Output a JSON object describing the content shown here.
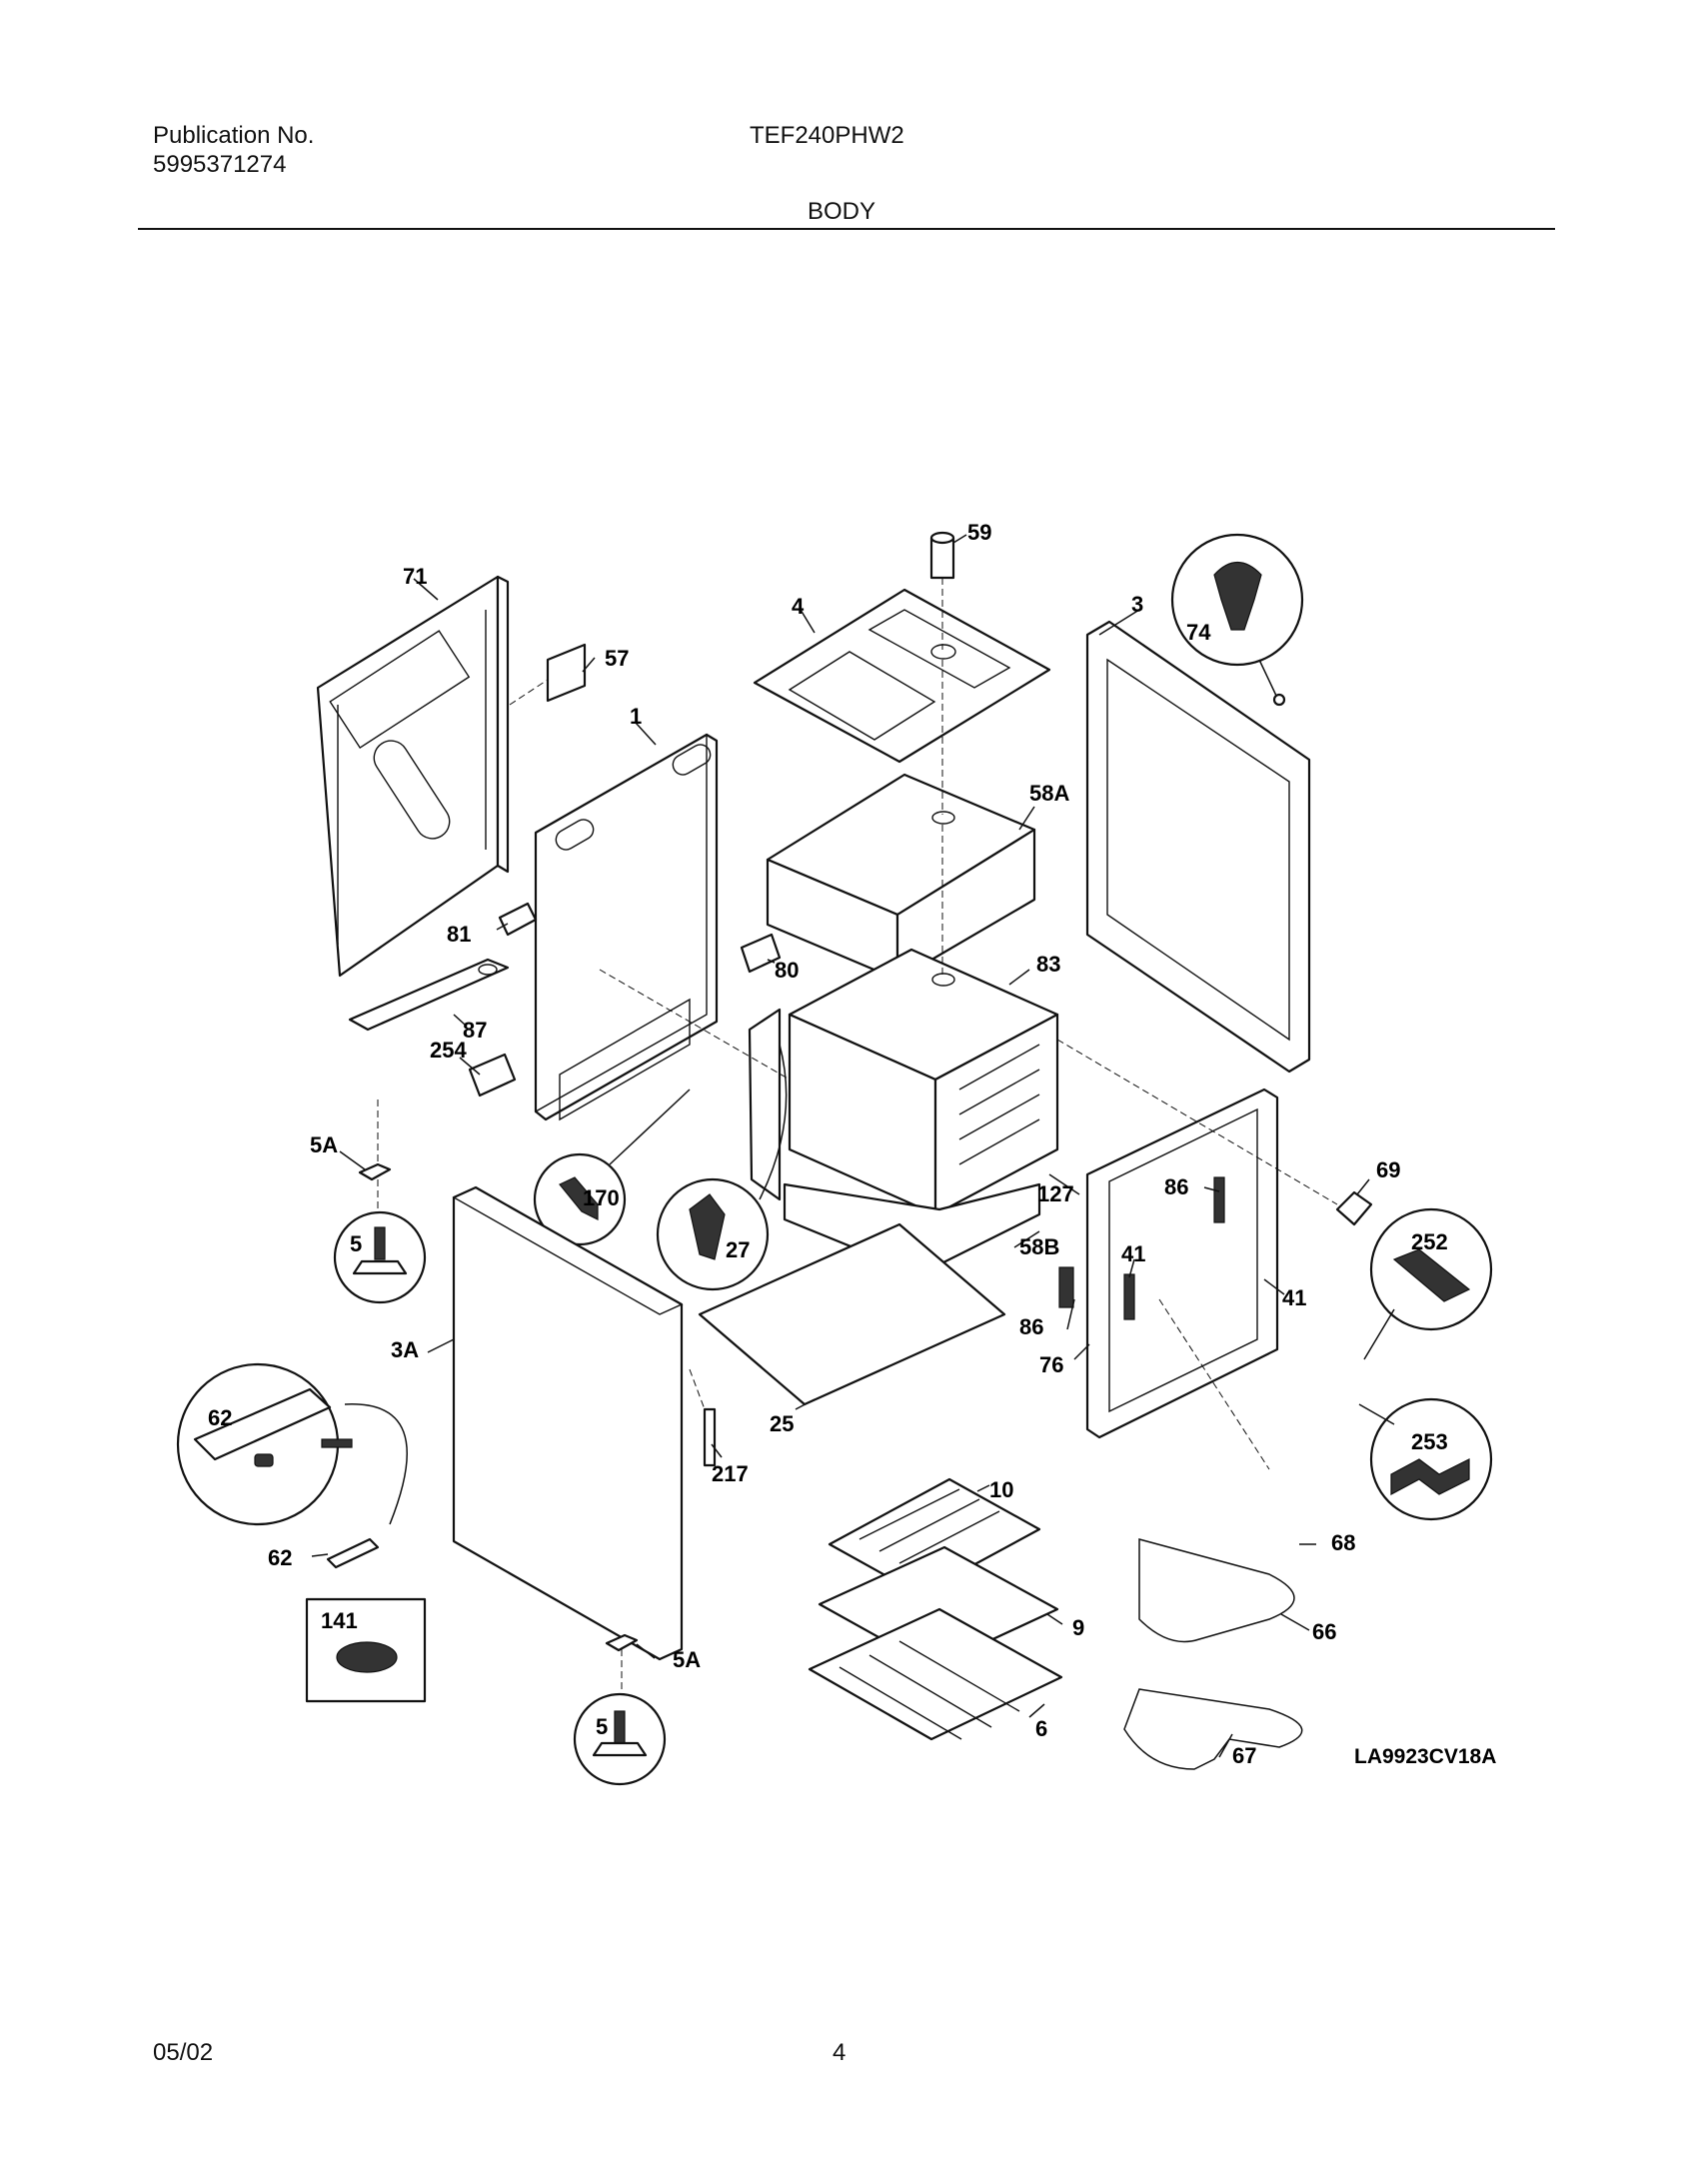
{
  "header": {
    "publication_label": "Publication No.",
    "publication_number": "5995371274",
    "model": "TEF240PHW2",
    "section": "BODY"
  },
  "diagram": {
    "callouts": {
      "c59": "59",
      "c4": "4",
      "c71": "71",
      "c57": "57",
      "c1": "1",
      "c3": "3",
      "c74": "74",
      "c58a": "58A",
      "c81": "81",
      "c80": "80",
      "c83": "83",
      "c87": "87",
      "c254": "254",
      "c5a_top": "5A",
      "c69": "69",
      "c86_top": "86",
      "c127": "127",
      "c170": "170",
      "c27": "27",
      "c58b": "58B",
      "c252": "252",
      "c5_top": "5",
      "c41_left": "41",
      "c41_right": "41",
      "c86_bottom": "86",
      "c3a": "3A",
      "c76": "76",
      "c62_circle": "62",
      "c25": "25",
      "c253": "253",
      "c217": "217",
      "c10": "10",
      "c62_bottom": "62",
      "c68": "68",
      "c9": "9",
      "c141": "141",
      "c66": "66",
      "c5a_bottom": "5A",
      "c6": "6",
      "c5_bottom": "5",
      "c67": "67"
    },
    "drawing_code": "LA9923CV18A"
  },
  "footer": {
    "date": "05/02",
    "page_number": "4"
  }
}
